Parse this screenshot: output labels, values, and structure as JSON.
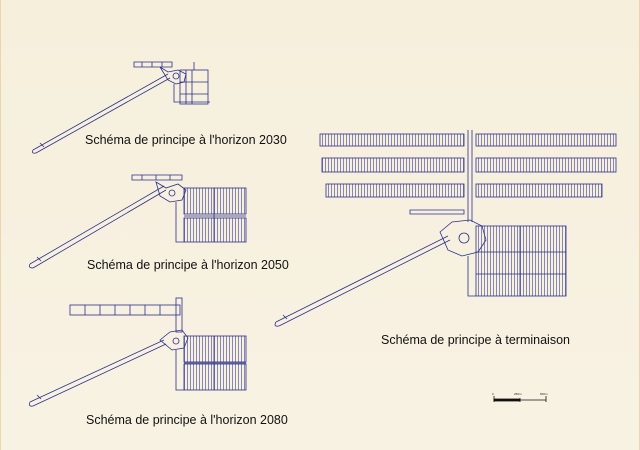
{
  "captions": {
    "c2030": "Schéma de principe à l'horizon 2030",
    "c2050": "Schéma de principe à l'horizon 2050",
    "c2080": "Schéma de principe à l'horizon 2080",
    "cfinal": "Schéma de principe à terminaison"
  },
  "scale_bar": {
    "labels": [
      "0",
      "250m",
      "500m"
    ]
  },
  "colors": {
    "background": "#f7f1e1",
    "plan_line": "#2a2f8a",
    "caption": "#111111"
  }
}
